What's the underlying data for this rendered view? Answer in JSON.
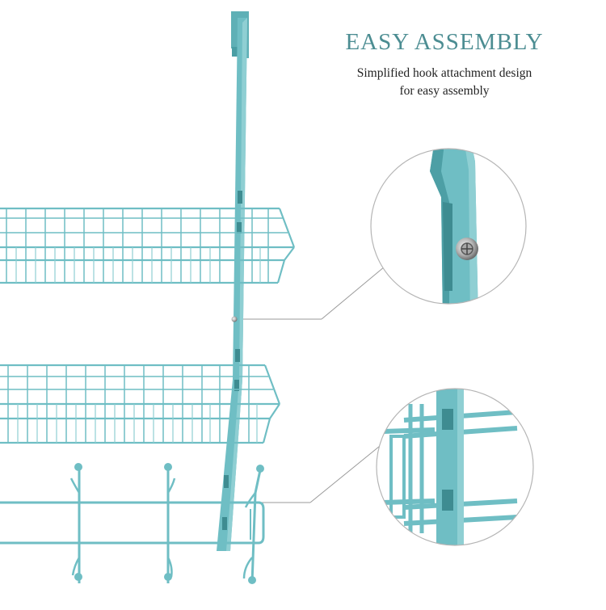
{
  "heading": "EASY ASSEMBLY",
  "subtitle_lines": [
    "Simplified hook attachment design",
    "for easy assembly"
  ],
  "colors": {
    "metal": "#6fbec4",
    "metal_dark": "#3f969b",
    "metal_light": "#a6dadd",
    "heading": "#4c8d92",
    "callout_line": "#9a9a9a",
    "background": "#ffffff"
  },
  "product": {
    "baskets": 2,
    "hooks": 3
  },
  "callouts": [
    {
      "detail": "hook-screw-attachment"
    },
    {
      "detail": "basket-frame-slot"
    }
  ]
}
